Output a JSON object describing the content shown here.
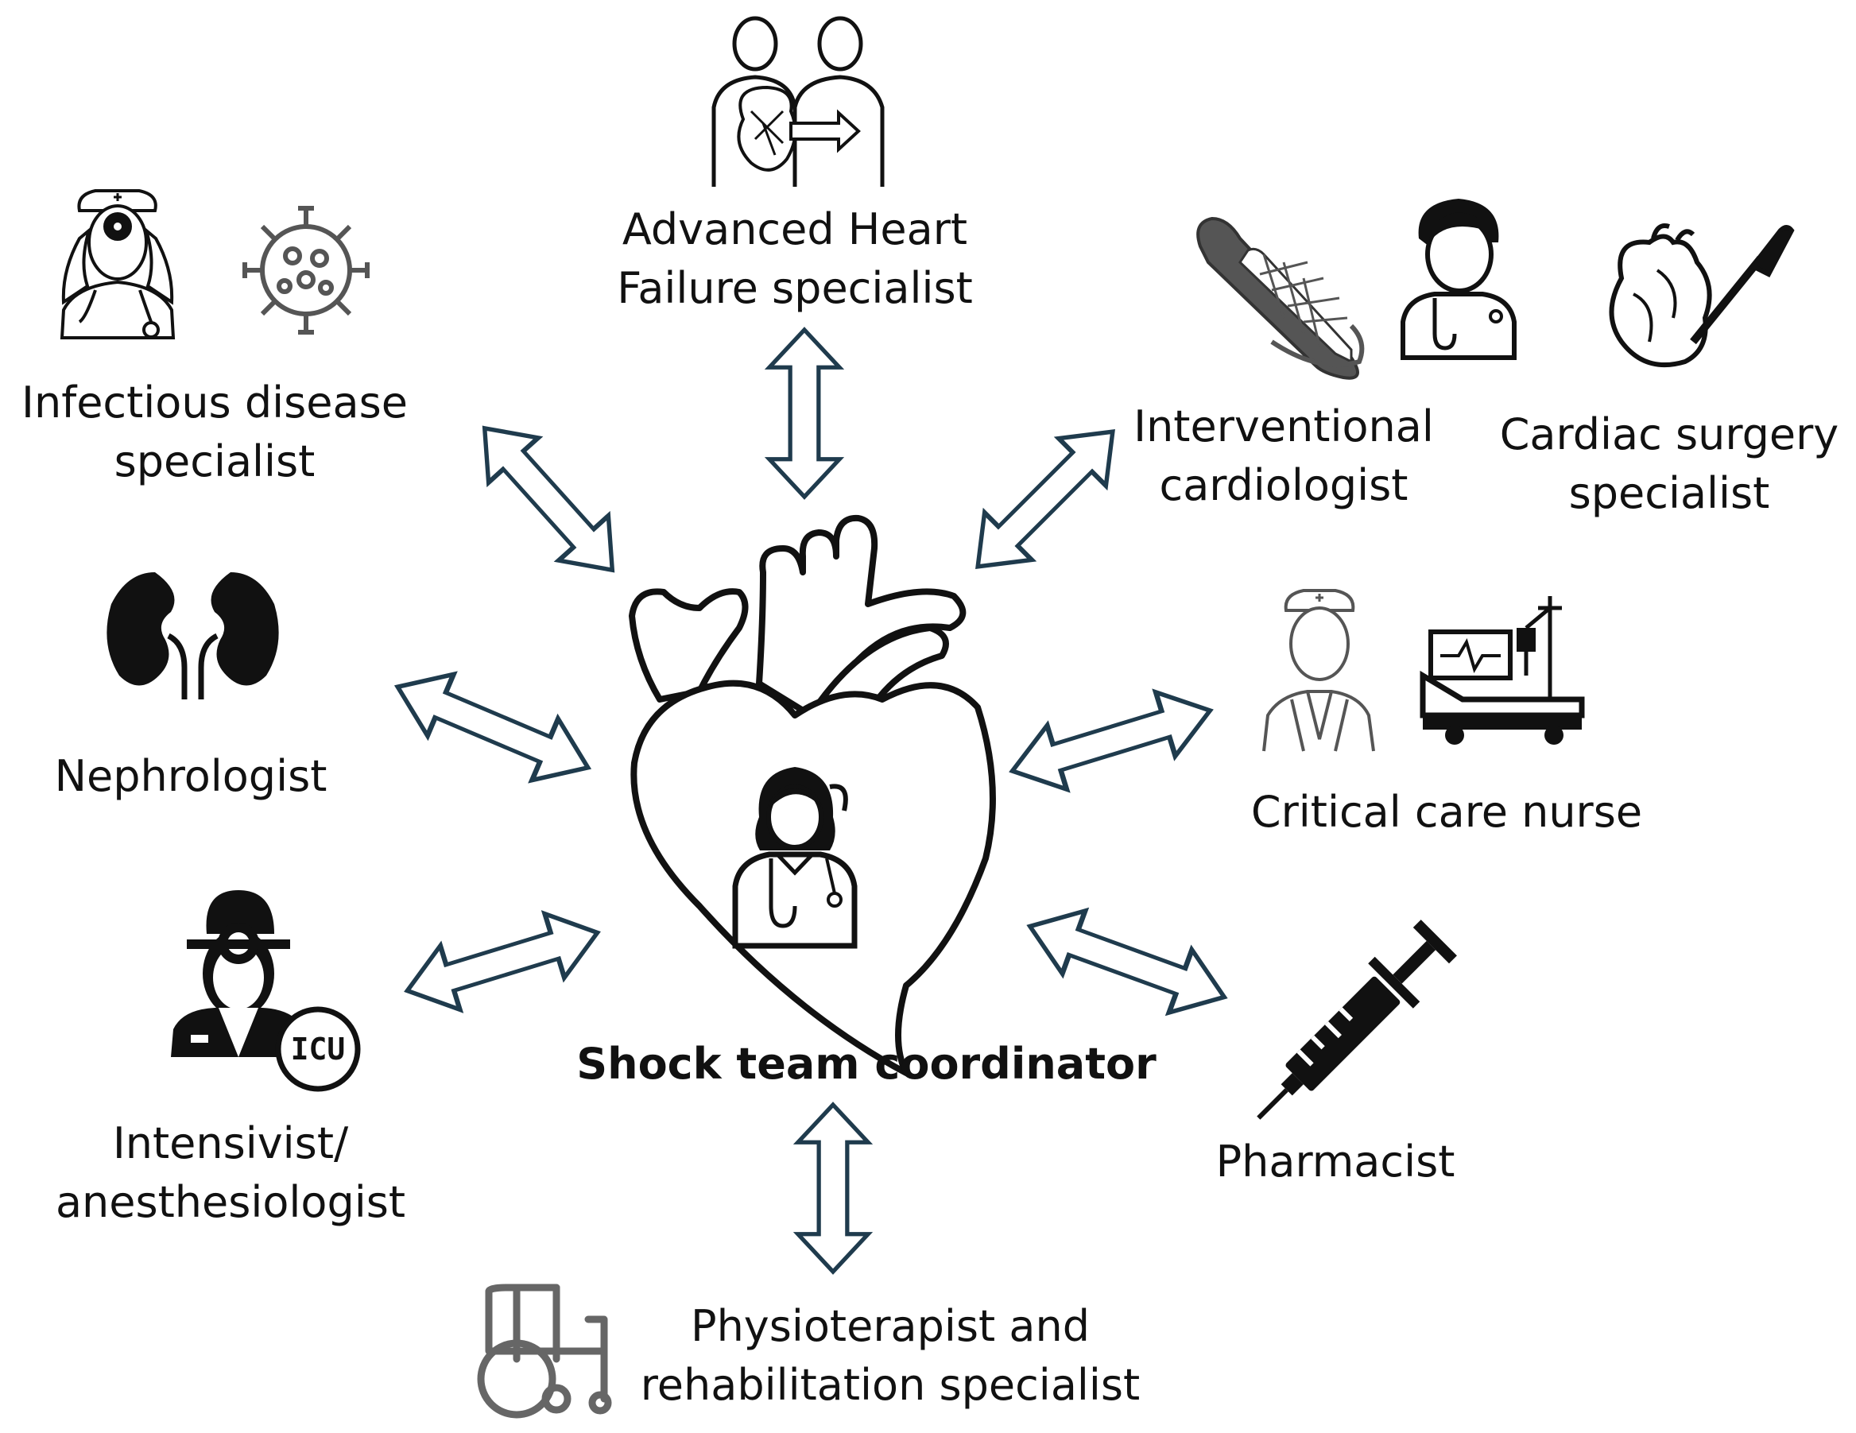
{
  "center": {
    "label": "Shock team coordinator"
  },
  "roles": {
    "advanced_hf": {
      "line1": "Advanced Heart",
      "line2": "Failure specialist"
    },
    "infectious": {
      "line1": "Infectious disease",
      "line2": "specialist"
    },
    "interventional": {
      "line1": "Interventional",
      "line2": "cardiologist"
    },
    "cardiac_surgery": {
      "line1": "Cardiac surgery",
      "line2": "specialist"
    },
    "nephrologist": {
      "line1": "Nephrologist"
    },
    "critical_care": {
      "line1": "Critical care nurse"
    },
    "intensivist": {
      "line1": "Intensivist/",
      "line2": "anesthesiologist"
    },
    "pharmacist": {
      "line1": "Pharmacist"
    },
    "physio": {
      "line1": "Physioterapist and",
      "line2": "rehabilitation specialist"
    }
  },
  "icons": {
    "icu_badge_text": "ICU"
  },
  "colors": {
    "arrow_stroke": "#1f3b4d",
    "icon": "#111111",
    "icon_gray": "#666666"
  }
}
